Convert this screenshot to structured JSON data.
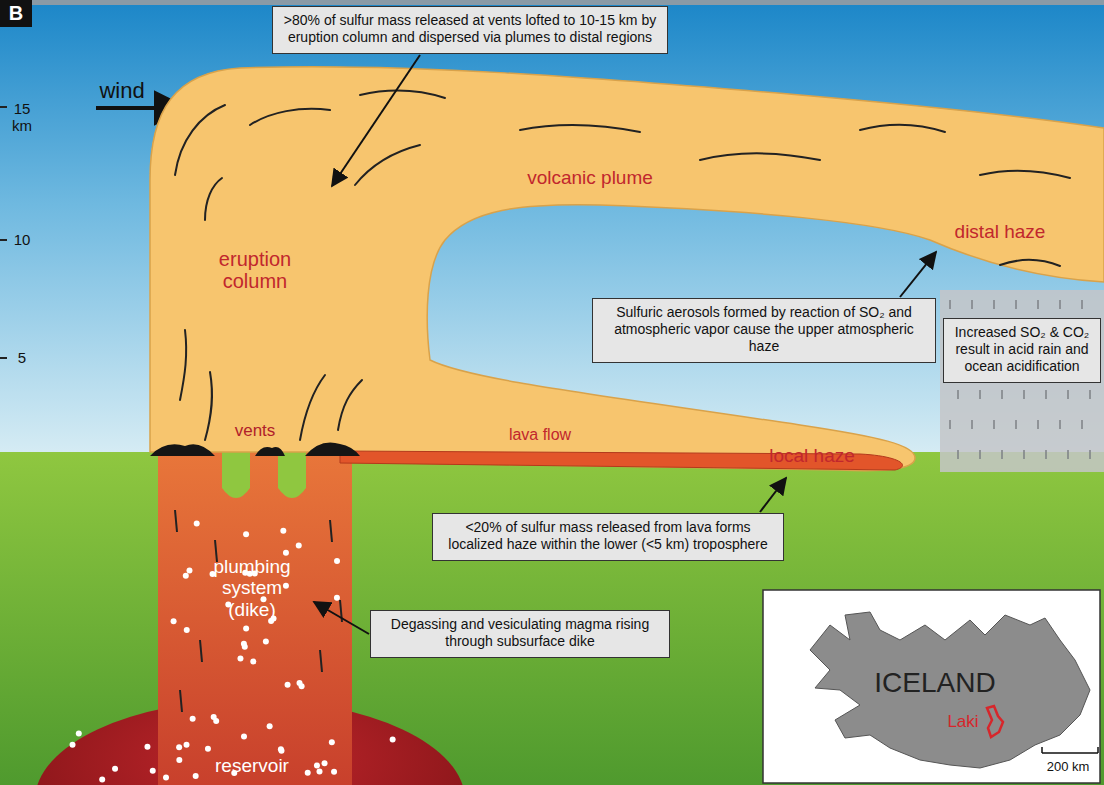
{
  "diagram": {
    "nodes": [
      {
        "text": [
          ">80% of sulfur mass released at vents lofted to 10-15 km by eruption column and dispersed via plumes to distal regions"
        ]
      },
      {
        "text": [
          "Sulfuric aerosols formed by reaction of SO₂ and atmospheric vapor cause the upper atmospheric haze"
        ]
      },
      {
        "text": [
          "Increased SO₂ & CO₂ result in acid rain and ocean acidification"
        ]
      },
      {
        "text": [
          "<20% of sulfur mass released from lava forms localized haze within the lower (<5 km) troposphere"
        ]
      },
      {
        "text": [
          "Degassing and vesiculating magma rising through subsurface dike"
        ]
      }
    ],
    "labels": [
      "B",
      "wind",
      "15 km",
      "10",
      "5",
      "eruption column",
      "volcanic plume",
      "distal haze",
      "vents",
      "lava flow",
      "local haze",
      "plumbing system (dike)",
      "reservoir",
      "ICELAND",
      "Laki",
      "200 km"
    ]
  }
}
